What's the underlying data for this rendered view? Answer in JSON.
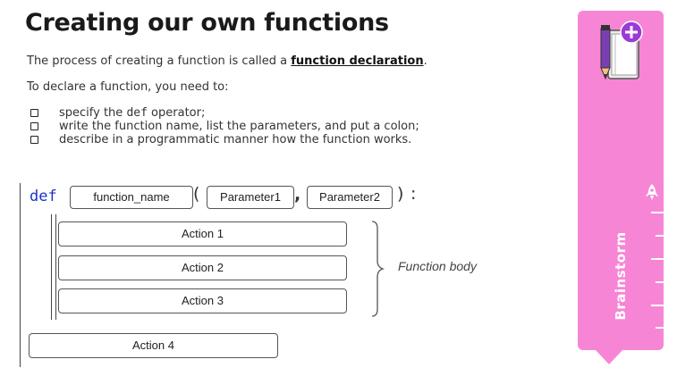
{
  "title": "Creating our own functions",
  "intro": {
    "before": "The process of creating a function is called a ",
    "term": "function declaration",
    "after": "."
  },
  "declare_label": "To declare a function, you need to:",
  "bullets": [
    {
      "pre": "specify the ",
      "code": "def",
      "post": " operator;"
    },
    {
      "pre": "write the function name, list the parameters, and put a colon;",
      "code": "",
      "post": ""
    },
    {
      "pre": "describe in a programmatic manner how the function works.",
      "code": "",
      "post": ""
    }
  ],
  "diagram": {
    "keyword": "def",
    "function_name": "function_name",
    "open_paren": "(",
    "param1": "Parameter1",
    "comma": ",",
    "param2": "Parameter2",
    "close_paren": ")",
    "colon": ":",
    "actions": [
      "Action 1",
      "Action 2",
      "Action 3"
    ],
    "outside_action": "Action 4",
    "body_label": "Function body"
  },
  "sidebar": {
    "label": "Brainstorm",
    "color": "#f785d6",
    "icons": [
      "notebook-pencil-plus-icon",
      "rocket-icon"
    ]
  }
}
